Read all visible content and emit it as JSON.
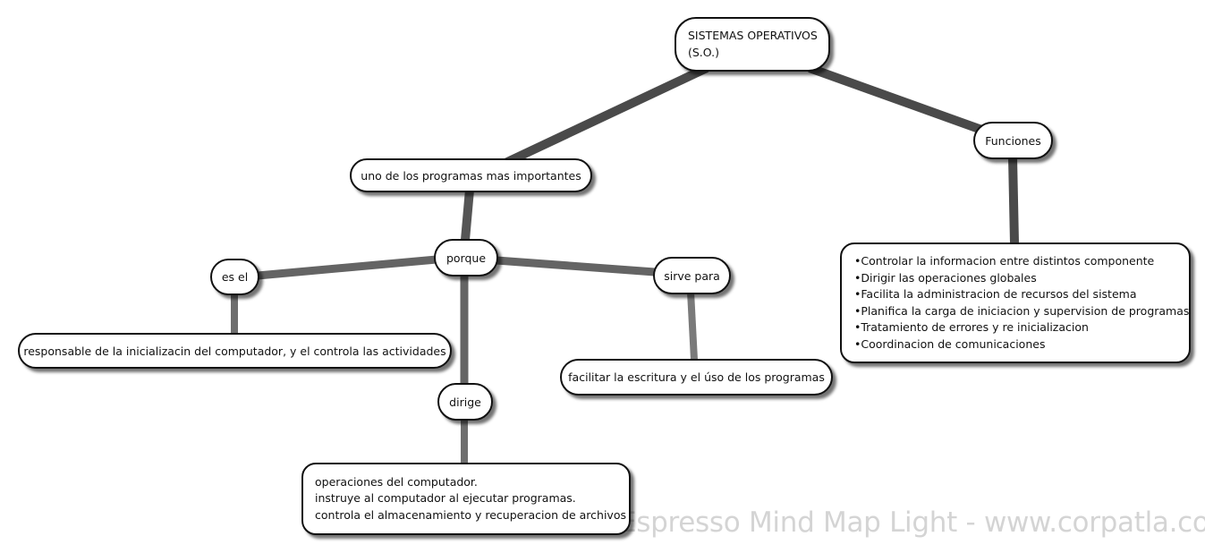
{
  "map": {
    "root": {
      "lines": [
        "SISTEMAS OPERATIVOS",
        "(S.O.)"
      ]
    },
    "nodes": {
      "programas": "uno de los programas mas importantes",
      "funciones": "Funciones",
      "porque": "porque",
      "es_el": "es el",
      "sirve_para": "sirve para",
      "responsable": "responsable de la inicializacin del computador, y el controla las actividades",
      "facilitar": "facilitar la escritura y el úso de los programas",
      "dirige": "dirige",
      "operaciones": {
        "lines": [
          "operaciones del computador.",
          "instruye al computador al ejecutar programas.",
          "controla el almacenamiento y recuperacion de archivos"
        ]
      },
      "funciones_list": {
        "lines": [
          "•Controlar  la informacion entre distintos componente",
          "•Dirigir las operaciones globales",
          "•Facilita la administracion de recursos del sistema",
          "•Planifica la carga de iniciacion y supervision de programas",
          "•Tratamiento de errores y re inicializacion",
          "•Coordinacion de comunicaciones"
        ]
      }
    },
    "colors": {
      "connector_dark": "#4a4a4a",
      "connector_mid": "#646464",
      "connector_light": "#7a7a7a"
    }
  },
  "watermark": "Espresso Mind Map Light - www.corpatla.com"
}
